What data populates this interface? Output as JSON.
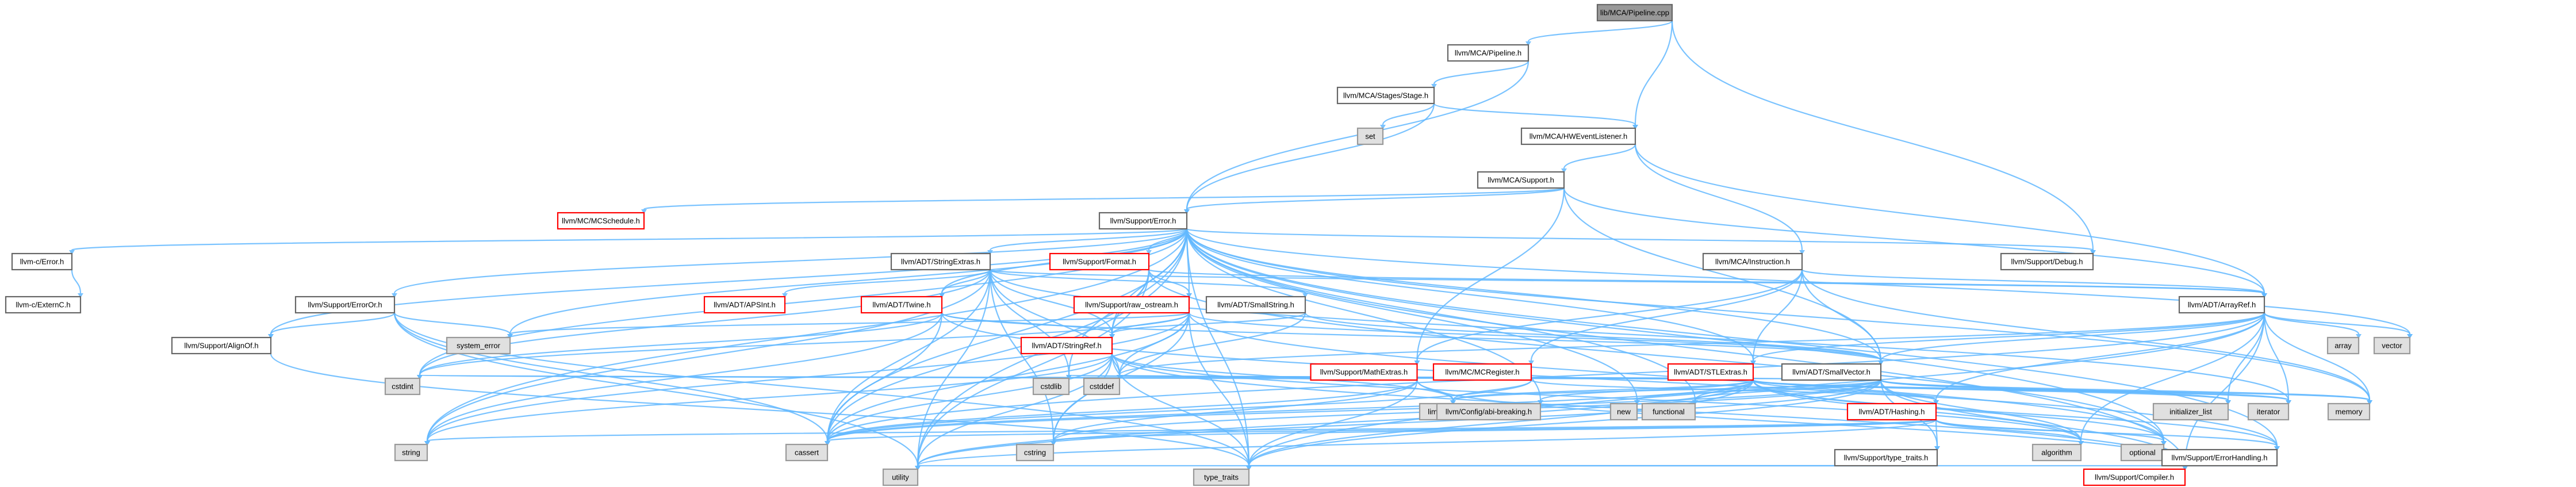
{
  "colors": {
    "edge": "#63b8ff",
    "focus_fill": "#999999",
    "normal_border": "#666666",
    "incomplete_border": "#ff0000",
    "system_fill": "#e0e0e0"
  },
  "nodes": [
    {
      "id": "pipeline_cpp",
      "label": "lib/MCA/Pipeline.cpp",
      "kind": "focus"
    },
    {
      "id": "mca_pipeline_h",
      "label": "llvm/MCA/Pipeline.h",
      "kind": "normal"
    },
    {
      "id": "stages_stage_h",
      "label": "llvm/MCA/Stages/Stage.h",
      "kind": "normal"
    },
    {
      "id": "set",
      "label": "set",
      "kind": "system"
    },
    {
      "id": "hw_event_listener_h",
      "label": "llvm/MCA/HWEventListener.h",
      "kind": "normal"
    },
    {
      "id": "mca_support_h",
      "label": "llvm/MCA/Support.h",
      "kind": "normal"
    },
    {
      "id": "mc_schedule_h",
      "label": "llvm/MC/MCSchedule.h",
      "kind": "incomplete"
    },
    {
      "id": "support_error_h",
      "label": "llvm/Support/Error.h",
      "kind": "normal"
    },
    {
      "id": "support_debug_h",
      "label": "llvm/Support/Debug.h",
      "kind": "normal"
    },
    {
      "id": "c_error_h",
      "label": "llvm-c/Error.h",
      "kind": "normal"
    },
    {
      "id": "c_externc_h",
      "label": "llvm-c/ExternC.h",
      "kind": "normal"
    },
    {
      "id": "adt_stringextras_h",
      "label": "llvm/ADT/StringExtras.h",
      "kind": "normal"
    },
    {
      "id": "support_format_h",
      "label": "llvm/Support/Format.h",
      "kind": "incomplete"
    },
    {
      "id": "mca_instruction_h",
      "label": "llvm/MCA/Instruction.h",
      "kind": "normal"
    },
    {
      "id": "adt_arrayref_h",
      "label": "llvm/ADT/ArrayRef.h",
      "kind": "normal"
    },
    {
      "id": "support_erroror_h",
      "label": "llvm/Support/ErrorOr.h",
      "kind": "normal"
    },
    {
      "id": "adt_apsint_h",
      "label": "llvm/ADT/APSInt.h",
      "kind": "incomplete"
    },
    {
      "id": "adt_twine_h",
      "label": "llvm/ADT/Twine.h",
      "kind": "incomplete"
    },
    {
      "id": "support_raw_ostream_h",
      "label": "llvm/Support/raw_ostream.h",
      "kind": "incomplete"
    },
    {
      "id": "adt_smallstring_h",
      "label": "llvm/ADT/SmallString.h",
      "kind": "normal"
    },
    {
      "id": "array",
      "label": "array",
      "kind": "system"
    },
    {
      "id": "vector",
      "label": "vector",
      "kind": "system"
    },
    {
      "id": "support_alignof_h",
      "label": "llvm/Support/AlignOf.h",
      "kind": "normal"
    },
    {
      "id": "system_error",
      "label": "system_error",
      "kind": "system"
    },
    {
      "id": "adt_stringref_h",
      "label": "llvm/ADT/StringRef.h",
      "kind": "incomplete"
    },
    {
      "id": "support_mathextras_h",
      "label": "llvm/Support/MathExtras.h",
      "kind": "incomplete"
    },
    {
      "id": "mc_mcregister_h",
      "label": "llvm/MC/MCRegister.h",
      "kind": "incomplete"
    },
    {
      "id": "adt_stlextras_h",
      "label": "llvm/ADT/STLExtras.h",
      "kind": "incomplete"
    },
    {
      "id": "adt_smallvector_h",
      "label": "llvm/ADT/SmallVector.h",
      "kind": "normal"
    },
    {
      "id": "cstdint",
      "label": "cstdint",
      "kind": "system"
    },
    {
      "id": "cstdlib",
      "label": "cstdlib",
      "kind": "system"
    },
    {
      "id": "cstddef",
      "label": "cstddef",
      "kind": "system"
    },
    {
      "id": "limits",
      "label": "limits",
      "kind": "system"
    },
    {
      "id": "config_abi_breaking_h",
      "label": "llvm/Config/abi-breaking.h",
      "kind": "system"
    },
    {
      "id": "new",
      "label": "new",
      "kind": "system"
    },
    {
      "id": "functional",
      "label": "functional",
      "kind": "system"
    },
    {
      "id": "initializer_list",
      "label": "initializer_list",
      "kind": "system"
    },
    {
      "id": "iterator",
      "label": "iterator",
      "kind": "system"
    },
    {
      "id": "memory",
      "label": "memory",
      "kind": "system"
    },
    {
      "id": "adt_hashing_h",
      "label": "llvm/ADT/Hashing.h",
      "kind": "incomplete"
    },
    {
      "id": "string",
      "label": "string",
      "kind": "system"
    },
    {
      "id": "cassert",
      "label": "cassert",
      "kind": "system"
    },
    {
      "id": "cstring",
      "label": "cstring",
      "kind": "system"
    },
    {
      "id": "algorithm",
      "label": "algorithm",
      "kind": "system"
    },
    {
      "id": "optional",
      "label": "optional",
      "kind": "system"
    },
    {
      "id": "support_type_traits_h",
      "label": "llvm/Support/type_traits.h",
      "kind": "normal"
    },
    {
      "id": "support_errorhandling_h",
      "label": "llvm/Support/ErrorHandling.h",
      "kind": "normal"
    },
    {
      "id": "utility",
      "label": "utility",
      "kind": "system"
    },
    {
      "id": "type_traits",
      "label": "type_traits",
      "kind": "system"
    },
    {
      "id": "support_compiler_h",
      "label": "llvm/Support/Compiler.h",
      "kind": "incomplete"
    }
  ],
  "edges": [
    [
      "pipeline_cpp",
      "mca_pipeline_h"
    ],
    [
      "pipeline_cpp",
      "hw_event_listener_h"
    ],
    [
      "pipeline_cpp",
      "support_debug_h"
    ],
    [
      "mca_pipeline_h",
      "stages_stage_h"
    ],
    [
      "mca_pipeline_h",
      "support_error_h"
    ],
    [
      "stages_stage_h",
      "set"
    ],
    [
      "stages_stage_h",
      "hw_event_listener_h"
    ],
    [
      "stages_stage_h",
      "support_error_h"
    ],
    [
      "hw_event_listener_h",
      "mca_support_h"
    ],
    [
      "hw_event_listener_h",
      "mca_instruction_h"
    ],
    [
      "hw_event_listener_h",
      "adt_arrayref_h"
    ],
    [
      "mca_support_h",
      "mc_schedule_h"
    ],
    [
      "mca_support_h",
      "support_error_h"
    ],
    [
      "mca_support_h",
      "adt_arrayref_h"
    ],
    [
      "mca_support_h",
      "adt_smallvector_h"
    ],
    [
      "mca_support_h",
      "support_mathextras_h"
    ],
    [
      "support_error_h",
      "c_error_h"
    ],
    [
      "support_error_h",
      "adt_stringextras_h"
    ],
    [
      "support_error_h",
      "support_format_h"
    ],
    [
      "support_error_h",
      "support_erroror_h"
    ],
    [
      "support_error_h",
      "adt_twine_h"
    ],
    [
      "support_error_h",
      "support_alignof_h"
    ],
    [
      "support_error_h",
      "system_error"
    ],
    [
      "support_error_h",
      "support_debug_h"
    ],
    [
      "support_error_h",
      "support_errorhandling_h"
    ],
    [
      "support_error_h",
      "adt_stringref_h"
    ],
    [
      "support_error_h",
      "support_raw_ostream_h"
    ],
    [
      "support_error_h",
      "cstdint"
    ],
    [
      "support_error_h",
      "cstdlib"
    ],
    [
      "support_error_h",
      "cassert"
    ],
    [
      "support_error_h",
      "string"
    ],
    [
      "support_error_h",
      "memory"
    ],
    [
      "support_error_h",
      "new"
    ],
    [
      "support_error_h",
      "functional"
    ],
    [
      "support_error_h",
      "optional"
    ],
    [
      "support_error_h",
      "utility"
    ],
    [
      "support_error_h",
      "type_traits"
    ],
    [
      "support_error_h",
      "vector"
    ],
    [
      "support_error_h",
      "config_abi_breaking_h"
    ],
    [
      "support_error_h",
      "support_compiler_h"
    ],
    [
      "support_error_h",
      "adt_stlextras_h"
    ],
    [
      "support_error_h",
      "adt_smallvector_h"
    ],
    [
      "c_error_h",
      "c_externc_h"
    ],
    [
      "adt_stringextras_h",
      "adt_apsint_h"
    ],
    [
      "adt_stringextras_h",
      "adt_arrayref_h"
    ],
    [
      "adt_stringextras_h",
      "adt_smallstring_h"
    ],
    [
      "adt_stringextras_h",
      "adt_stringref_h"
    ],
    [
      "adt_stringextras_h",
      "adt_twine_h"
    ],
    [
      "adt_stringextras_h",
      "cassert"
    ],
    [
      "adt_stringextras_h",
      "cstddef"
    ],
    [
      "adt_stringextras_h",
      "cstdint"
    ],
    [
      "adt_stringextras_h",
      "cstdlib"
    ],
    [
      "adt_stringextras_h",
      "cstring"
    ],
    [
      "adt_stringextras_h",
      "iterator"
    ],
    [
      "adt_stringextras_h",
      "string"
    ],
    [
      "adt_stringextras_h",
      "utility"
    ],
    [
      "support_format_h",
      "adt_arrayref_h"
    ],
    [
      "support_format_h",
      "adt_stringref_h"
    ],
    [
      "support_format_h",
      "support_raw_ostream_h"
    ],
    [
      "support_format_h",
      "cassert"
    ],
    [
      "support_format_h",
      "cstdio"
    ],
    [
      "support_format_h",
      "optional"
    ],
    [
      "support_format_h",
      "tuple"
    ],
    [
      "support_format_h",
      "utility"
    ],
    [
      "mca_instruction_h",
      "adt_arrayref_h"
    ],
    [
      "mca_instruction_h",
      "adt_stlextras_h"
    ],
    [
      "mca_instruction_h",
      "adt_smallvector_h"
    ],
    [
      "mca_instruction_h",
      "mc_mcregister_h"
    ],
    [
      "mca_instruction_h",
      "support_mathextras_h"
    ],
    [
      "mca_instruction_h",
      "memory"
    ],
    [
      "adt_arrayref_h",
      "adt_hashing_h"
    ],
    [
      "adt_arrayref_h",
      "adt_stlextras_h"
    ],
    [
      "adt_arrayref_h",
      "adt_smallvector_h"
    ],
    [
      "adt_arrayref_h",
      "support_compiler_h"
    ],
    [
      "adt_arrayref_h",
      "algorithm"
    ],
    [
      "adt_arrayref_h",
      "array"
    ],
    [
      "adt_arrayref_h",
      "cassert"
    ],
    [
      "adt_arrayref_h",
      "cstddef"
    ],
    [
      "adt_arrayref_h",
      "initializer_list"
    ],
    [
      "adt_arrayref_h",
      "iterator"
    ],
    [
      "adt_arrayref_h",
      "memory"
    ],
    [
      "adt_arrayref_h",
      "type_traits"
    ],
    [
      "adt_arrayref_h",
      "vector"
    ],
    [
      "support_erroror_h",
      "support_alignof_h"
    ],
    [
      "support_erroror_h",
      "cassert"
    ],
    [
      "support_erroror_h",
      "system_error"
    ],
    [
      "support_erroror_h",
      "type_traits"
    ],
    [
      "support_erroror_h",
      "utility"
    ],
    [
      "adt_twine_h",
      "adt_smallvector_h"
    ],
    [
      "adt_twine_h",
      "adt_stringref_h"
    ],
    [
      "adt_twine_h",
      "support_errorhandling_h"
    ],
    [
      "adt_twine_h",
      "cassert"
    ],
    [
      "adt_twine_h",
      "cstdint"
    ],
    [
      "adt_twine_h",
      "string"
    ],
    [
      "support_raw_ostream_h",
      "adt_smallvector_h"
    ],
    [
      "support_raw_ostream_h",
      "adt_stringref_h"
    ],
    [
      "support_raw_ostream_h",
      "support_datatypes_h"
    ],
    [
      "support_raw_ostream_h",
      "cassert"
    ],
    [
      "support_raw_ostream_h",
      "cstddef"
    ],
    [
      "support_raw_ostream_h",
      "cstdint"
    ],
    [
      "support_raw_ostream_h",
      "cstring"
    ],
    [
      "support_raw_ostream_h",
      "optional"
    ],
    [
      "support_raw_ostream_h",
      "string"
    ],
    [
      "support_raw_ostream_h",
      "type_traits"
    ],
    [
      "support_raw_ostream_h",
      "system_error"
    ],
    [
      "adt_smallstring_h",
      "adt_stringref_h"
    ],
    [
      "adt_smallstring_h",
      "adt_smallvector_h"
    ],
    [
      "adt_smallstring_h",
      "cstddef"
    ],
    [
      "support_alignof_h",
      "type_traits"
    ],
    [
      "adt_stringref_h",
      "adt_stlfunctionalextras_h"
    ],
    [
      "adt_stringref_h",
      "adt_iterator_range_h"
    ],
    [
      "adt_stringref_h",
      "support_compiler_h"
    ],
    [
      "adt_stringref_h",
      "algorithm"
    ],
    [
      "adt_stringref_h",
      "cassert"
    ],
    [
      "adt_stringref_h",
      "cstddef"
    ],
    [
      "adt_stringref_h",
      "cstring"
    ],
    [
      "adt_stringref_h",
      "limits"
    ],
    [
      "adt_stringref_h",
      "string"
    ],
    [
      "adt_stringref_h",
      "type_traits"
    ],
    [
      "adt_stringref_h",
      "utility"
    ],
    [
      "support_mathextras_h",
      "support_compiler_h"
    ],
    [
      "support_mathextras_h",
      "cassert"
    ],
    [
      "support_mathextras_h",
      "climits"
    ],
    [
      "support_mathextras_h",
      "cstdint"
    ],
    [
      "support_mathextras_h",
      "cstring"
    ],
    [
      "support_mathextras_h",
      "limits"
    ],
    [
      "support_mathextras_h",
      "type_traits"
    ],
    [
      "mc_mcregister_h",
      "adt_densemapinfo_h"
    ],
    [
      "mc_mcregister_h",
      "adt_hashing_h"
    ],
    [
      "mc_mcregister_h",
      "cassert"
    ],
    [
      "mc_mcregister_h",
      "limits"
    ],
    [
      "adt_stlextras_h",
      "adt_hashing_h"
    ],
    [
      "adt_stlextras_h",
      "adt_stlforwardcompat_h"
    ],
    [
      "adt_stlextras_h",
      "adt_stlfunctionalextras_h"
    ],
    [
      "adt_stlextras_h",
      "support_errorhandling_h"
    ],
    [
      "adt_stlextras_h",
      "config_abi_breaking_h"
    ],
    [
      "adt_stlextras_h",
      "algorithm"
    ],
    [
      "adt_stlextras_h",
      "cassert"
    ],
    [
      "adt_stlextras_h",
      "cstddef"
    ],
    [
      "adt_stlextras_h",
      "cstdint"
    ],
    [
      "adt_stlextras_h",
      "cstdlib"
    ],
    [
      "adt_stlextras_h",
      "functional"
    ],
    [
      "adt_stlextras_h",
      "initializer_list"
    ],
    [
      "adt_stlextras_h",
      "iterator"
    ],
    [
      "adt_stlextras_h",
      "limits"
    ],
    [
      "adt_stlextras_h",
      "memory"
    ],
    [
      "adt_stlextras_h",
      "optional"
    ],
    [
      "adt_stlextras_h",
      "tuple"
    ],
    [
      "adt_stlextras_h",
      "type_traits"
    ],
    [
      "adt_stlextras_h",
      "utility"
    ],
    [
      "adt_smallvector_h",
      "support_compiler_h"
    ],
    [
      "adt_smallvector_h",
      "support_type_traits_h"
    ],
    [
      "adt_smallvector_h",
      "algorithm"
    ],
    [
      "adt_smallvector_h",
      "cassert"
    ],
    [
      "adt_smallvector_h",
      "cstddef"
    ],
    [
      "adt_smallvector_h",
      "cstdlib"
    ],
    [
      "adt_smallvector_h",
      "cstring"
    ],
    [
      "adt_smallvector_h",
      "functional"
    ],
    [
      "adt_smallvector_h",
      "initializer_list"
    ],
    [
      "adt_smallvector_h",
      "iterator"
    ],
    [
      "adt_smallvector_h",
      "limits"
    ],
    [
      "adt_smallvector_h",
      "memory"
    ],
    [
      "adt_smallvector_h",
      "new"
    ],
    [
      "adt_smallvector_h",
      "type_traits"
    ],
    [
      "adt_smallvector_h",
      "utility"
    ],
    [
      "adt_hashing_h",
      "support_errorhandling_h"
    ],
    [
      "adt_hashing_h",
      "support_swapbyteorder_h"
    ],
    [
      "adt_hashing_h",
      "support_type_traits_h"
    ],
    [
      "adt_hashing_h",
      "algorithm"
    ],
    [
      "adt_hashing_h",
      "cassert"
    ],
    [
      "adt_hashing_h",
      "cstring"
    ],
    [
      "adt_hashing_h",
      "optional"
    ],
    [
      "adt_hashing_h",
      "string"
    ],
    [
      "adt_hashing_h",
      "tuple"
    ],
    [
      "adt_hashing_h",
      "utility"
    ],
    [
      "support_type_traits_h",
      "support_compiler_h"
    ],
    [
      "support_type_traits_h",
      "type_traits"
    ],
    [
      "support_type_traits_h",
      "utility"
    ],
    [
      "support_errorhandling_h",
      "support_compiler_h"
    ]
  ]
}
